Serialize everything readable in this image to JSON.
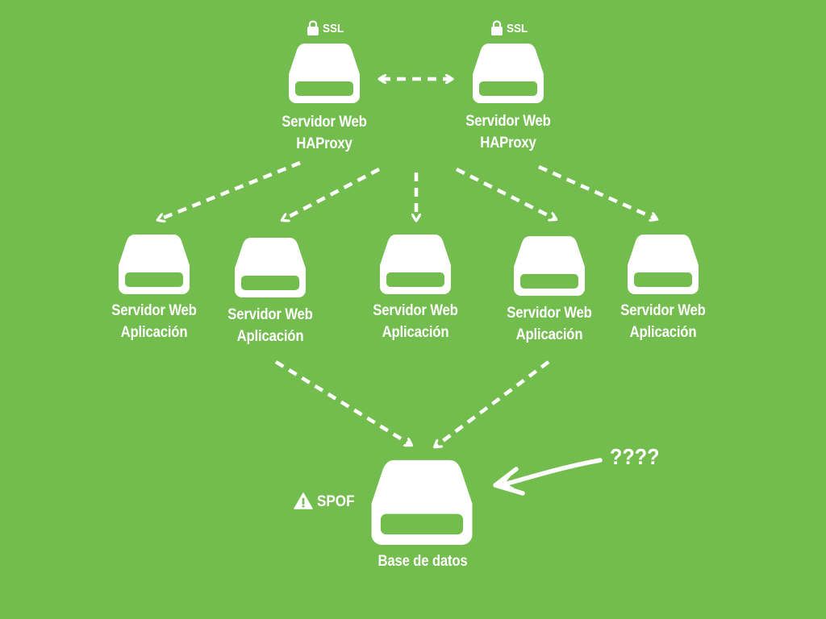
{
  "colors": {
    "background": "#73bd4e",
    "foreground": "#ffffff"
  },
  "proxies": [
    {
      "line1": "Servidor Web",
      "line2": "HAProxy",
      "tag": "SSL",
      "tag_icon": "lock-icon"
    },
    {
      "line1": "Servidor Web",
      "line2": "HAProxy",
      "tag": "SSL",
      "tag_icon": "lock-icon"
    }
  ],
  "app_servers": [
    {
      "line1": "Servidor Web",
      "line2": "Aplicación"
    },
    {
      "line1": "Servidor Web",
      "line2": "Aplicación"
    },
    {
      "line1": "Servidor Web",
      "line2": "Aplicación"
    },
    {
      "line1": "Servidor Web",
      "line2": "Aplicación"
    },
    {
      "line1": "Servidor Web",
      "line2": "Aplicación"
    }
  ],
  "database": {
    "label": "Base de datos",
    "warning": "SPOF",
    "warning_icon": "warning-icon"
  },
  "annotation": {
    "text": "????"
  }
}
